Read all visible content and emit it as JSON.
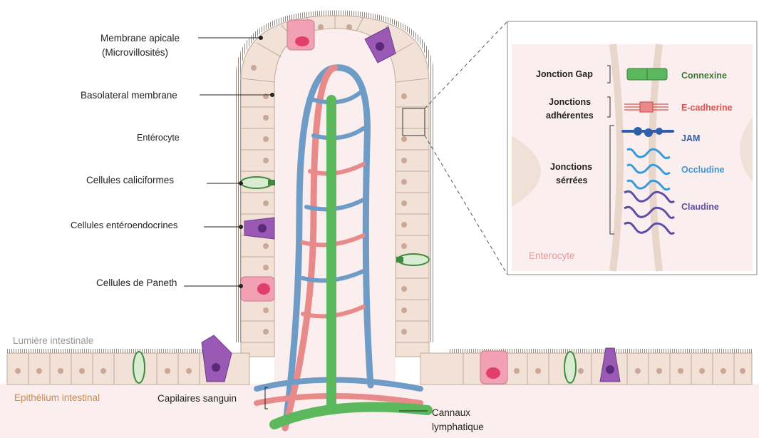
{
  "labels": {
    "membrane_apicale": "Membrane apicale",
    "microvillosites": "(Microvillosités)",
    "basolateral": "Basolateral membrane",
    "enterocyte": "Entérocyte",
    "caliciformes": "Cellules caliciformes",
    "enteroendocrines": "Cellules entéroendocrines",
    "paneth": "Cellules de Paneth",
    "lumiere": "Lumière intestinale",
    "epithelium": "Epithélium intestinal",
    "capilaires": "Capilaires sanguin",
    "cannaux_1": "Cannaux",
    "cannaux_2": "lymphatique"
  },
  "inset": {
    "jonction_gap": "Jonction Gap",
    "jonctions_adherentes_1": "Jonctions",
    "jonctions_adherentes_2": "adhérentes",
    "jonctions_serrees_1": "Jonctions",
    "jonctions_serrees_2": "sérrées",
    "connexine": "Connexine",
    "e_cadherine": "E-cadherine",
    "jam": "JAM",
    "occludine": "Occludine",
    "claudine": "Claudine",
    "enterocyte": "Enterocyte"
  },
  "colors": {
    "cell": "#f1e1d6",
    "cell_border": "#bfa999",
    "nucleus": "#c9a898",
    "background_tissue": "#fbeeee",
    "artery": "#e88a8a",
    "vein": "#6f9cc6",
    "lymph": "#5cb85c",
    "paneth": "#f2a0b4",
    "enteroendocrine": "#9b59b6",
    "goblet": "#5aa05a",
    "connexine": "#3a7a3a",
    "e_cadherine": "#d9534f",
    "jam": "#2f5fa8",
    "occludine": "#3a9ad9",
    "claudine": "#5b4fa8",
    "enterocyte_label": "#e49a9a"
  }
}
